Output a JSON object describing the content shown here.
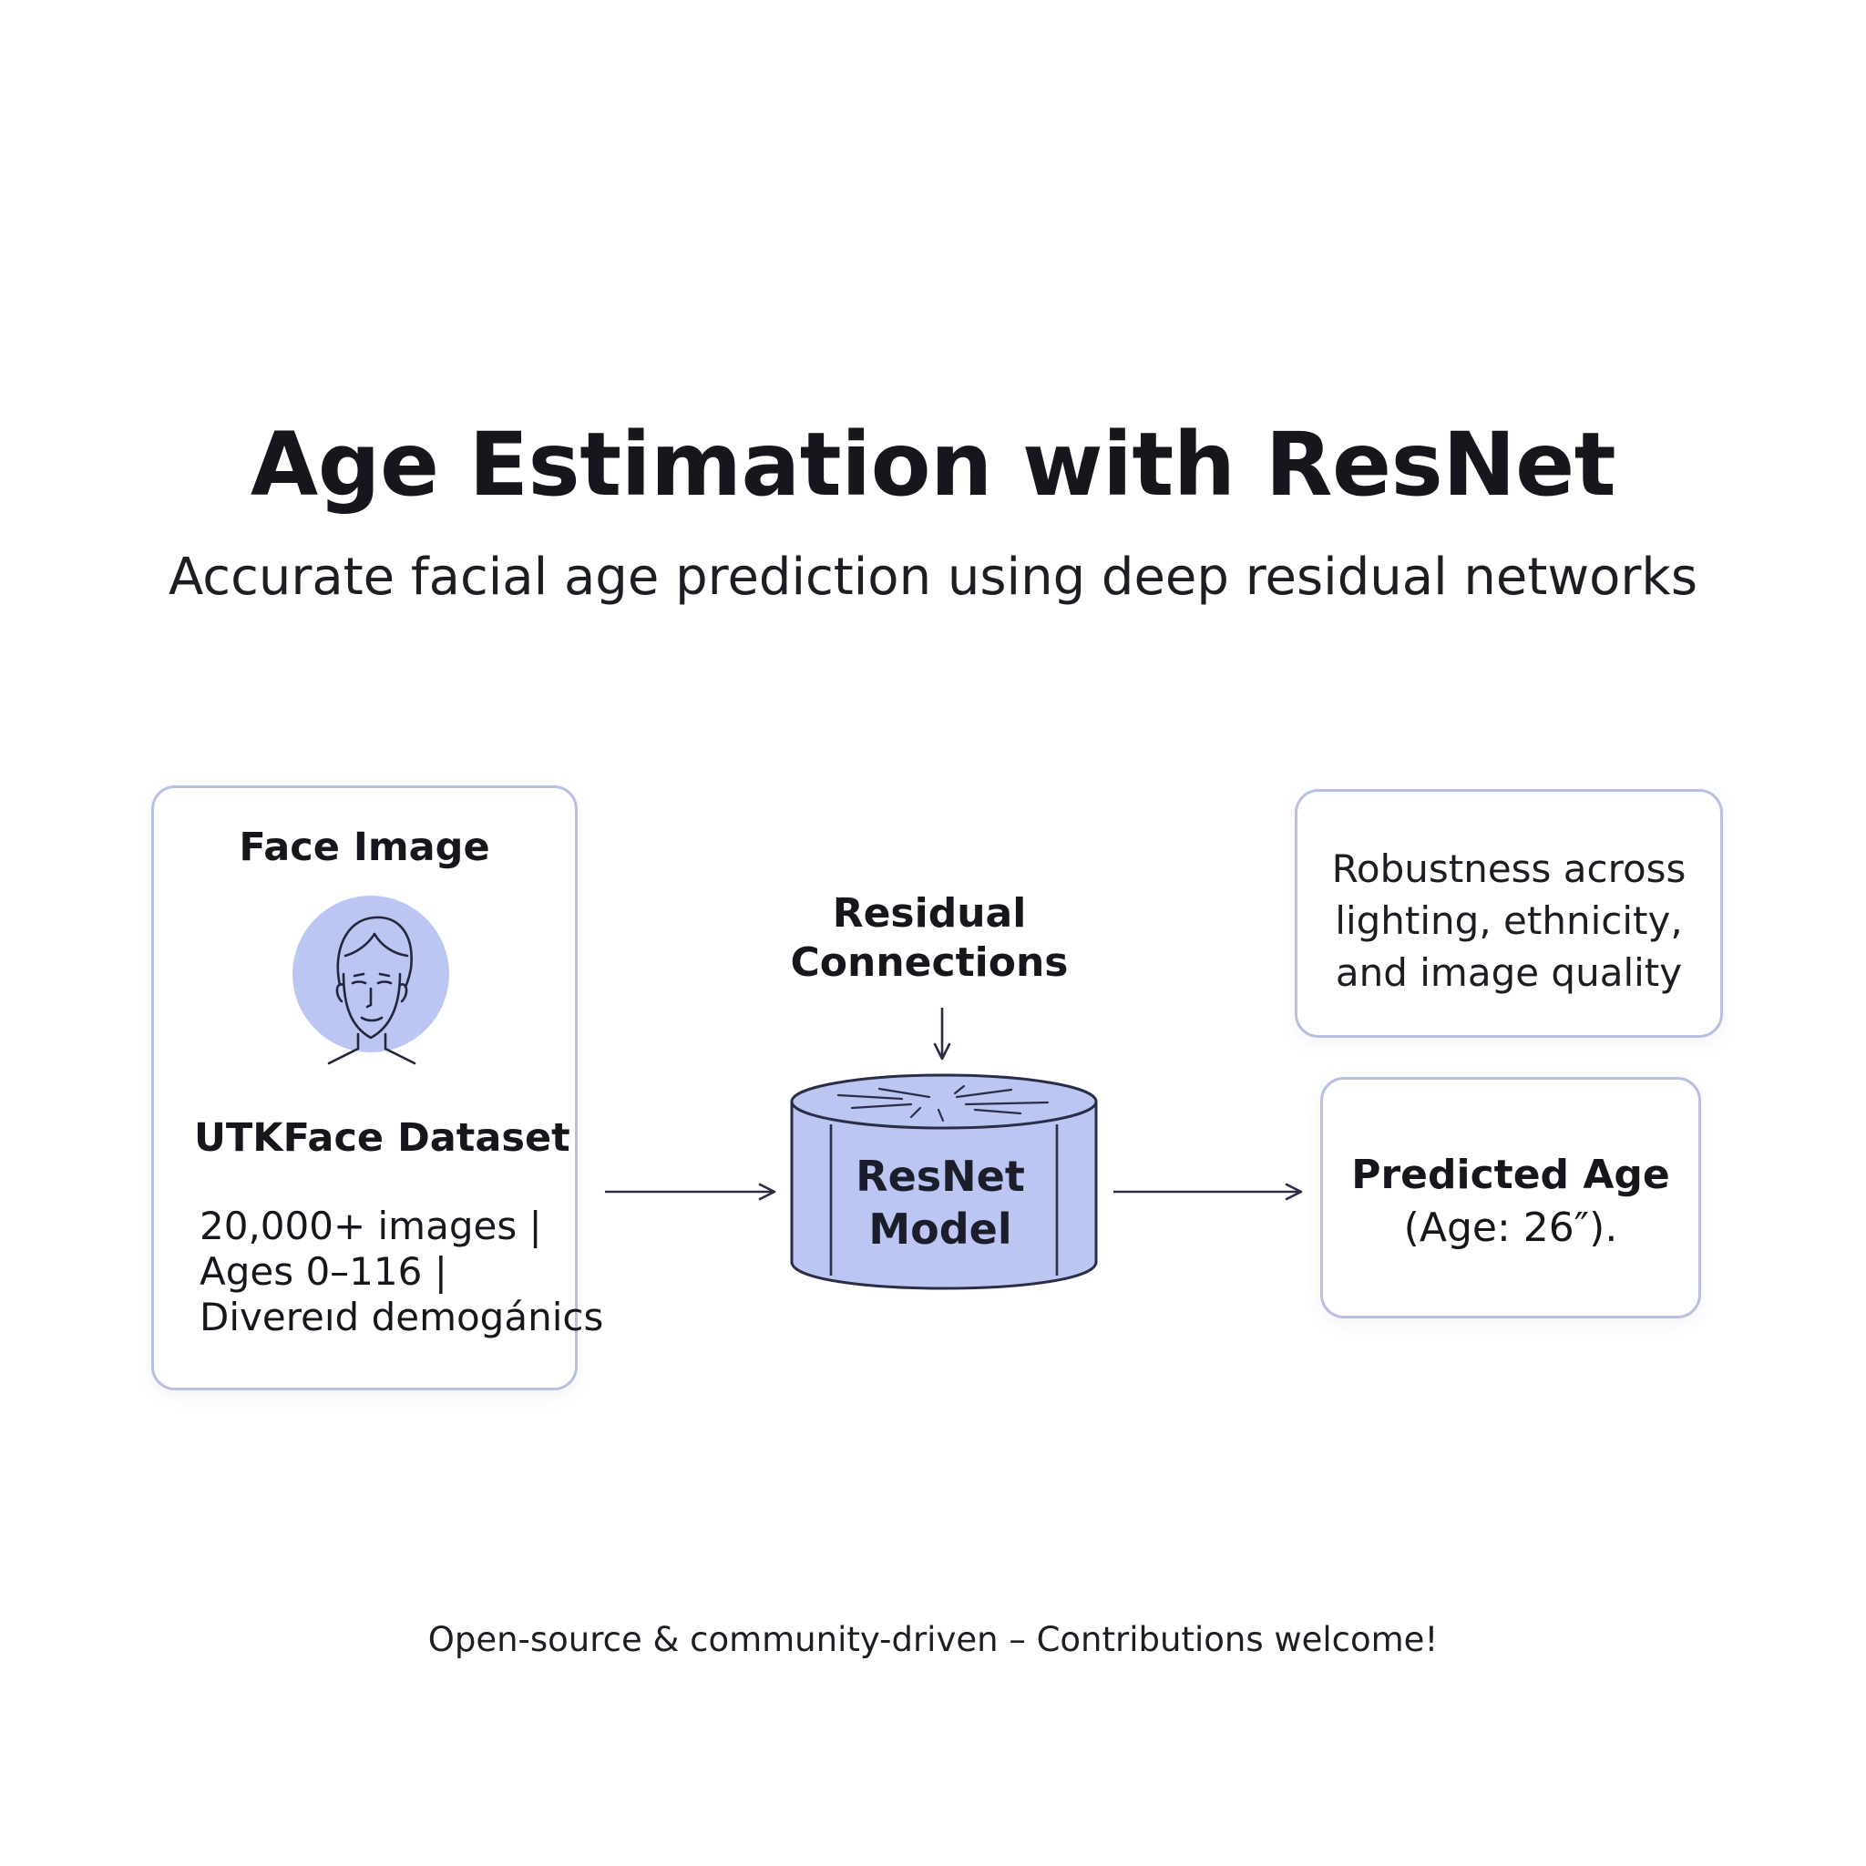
{
  "title": "Age Estimation with ResNet",
  "subtitle": "Accurate facial age prediction using deep residual networks",
  "input_card": {
    "heading": "Face Image",
    "avatar_icon": "face-avatar-icon",
    "dataset_title": "UTKFace Dataset",
    "stats": [
      "20,000+ images |",
      "Ages 0–116 |",
      "Divereıd demogánics"
    ]
  },
  "residual_label": {
    "line1": "Residual",
    "line2": "Connections"
  },
  "model": {
    "line1": "ResNet",
    "line2": "Model",
    "icon": "cylinder-model-icon"
  },
  "robustness_card": {
    "lines": [
      "Robustness across",
      "lighting, ethnicity,",
      "and image quality"
    ]
  },
  "output_card": {
    "heading": "Predicted Age",
    "value": "(Age: 26″)."
  },
  "footer": "Open-source & community-driven – Contributions welcome!",
  "colors": {
    "accent_fill": "#bcc6f2",
    "card_border": "#b7bfe3",
    "line": "#2a2d45"
  }
}
